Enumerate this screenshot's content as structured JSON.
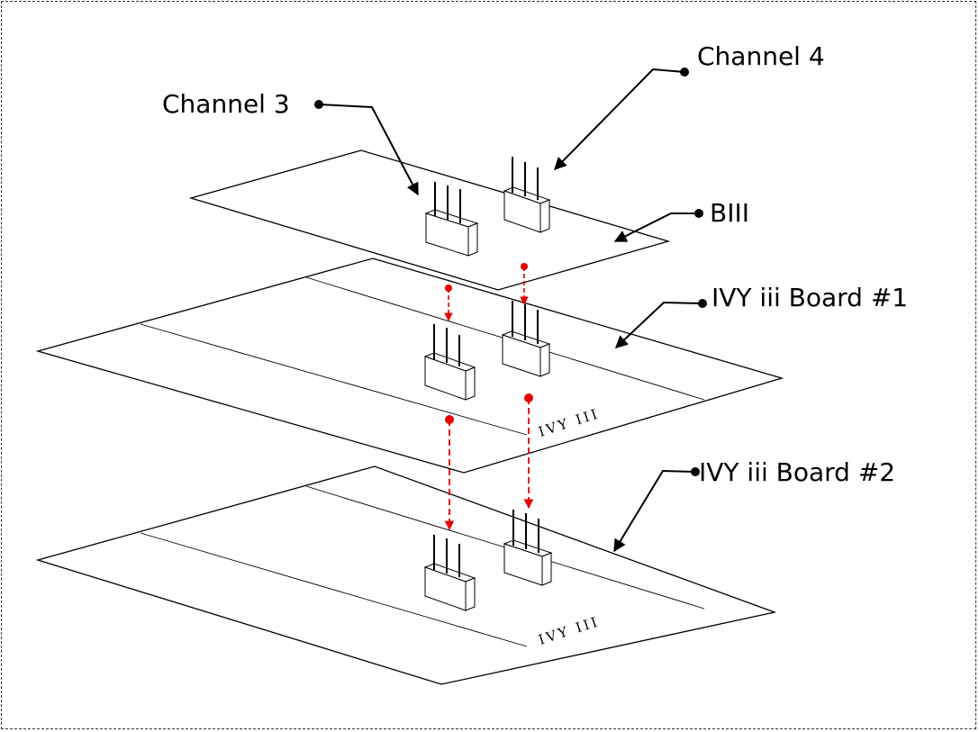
{
  "labels": {
    "channel3": "Channel 3",
    "channel4": "Channel 4",
    "biii": "BIII",
    "board1": "IVY iii Board #1",
    "board2": "IVY iii Board #2"
  },
  "board_text": {
    "board1": "IVY III",
    "board2": "IVY III"
  },
  "colors": {
    "line": "#000000",
    "arrow_dashed": "#e60000",
    "background": "#ffffff"
  }
}
